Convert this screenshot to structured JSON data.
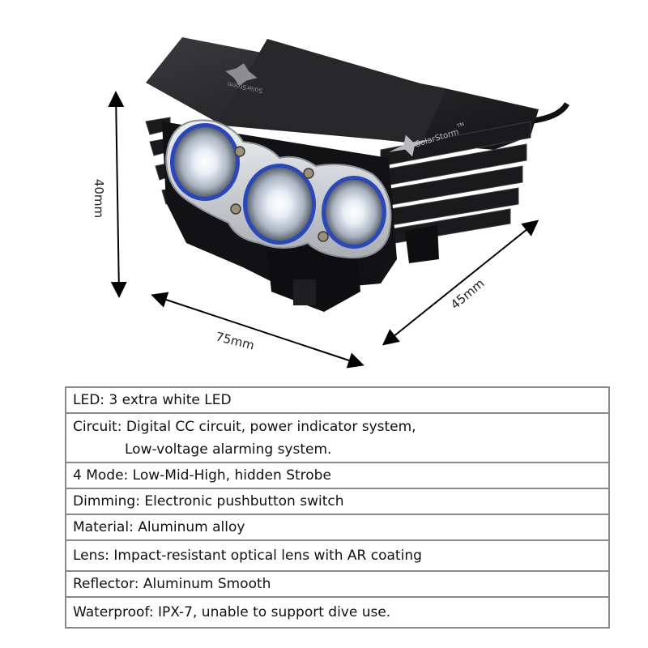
{
  "dimensions": {
    "height": "40mm",
    "width": "75mm",
    "depth": "45mm"
  },
  "logos": {
    "top": "SolarStorm",
    "front": "SolarStorm"
  },
  "specs": [
    {
      "key": "led",
      "text": "LED: 3  extra white LED"
    },
    {
      "key": "circuit",
      "text": "Circuit: Digital CC circuit, power indicator system,",
      "text2": "Low-voltage alarming system."
    },
    {
      "key": "mode",
      "text": "4 Mode: Low-Mid-High, hidden Strobe"
    },
    {
      "key": "dimming",
      "text": "Dimming: Electronic pushbutton switch"
    },
    {
      "key": "material",
      "text": "Material: Aluminum alloy"
    },
    {
      "key": "lens",
      "text": "Lens: Impact-resistant optical lens with AR coating"
    },
    {
      "key": "reflector",
      "text": "Reflector: Aluminum Smooth"
    },
    {
      "key": "waterproof",
      "text": "Waterproof: IPX-7, unable to support dive use."
    }
  ],
  "colors": {
    "body": "#1d1d1f",
    "bezel": "#c9ccd2",
    "led_ring": "#2a48b8",
    "table_border": "#8a8a8a"
  }
}
